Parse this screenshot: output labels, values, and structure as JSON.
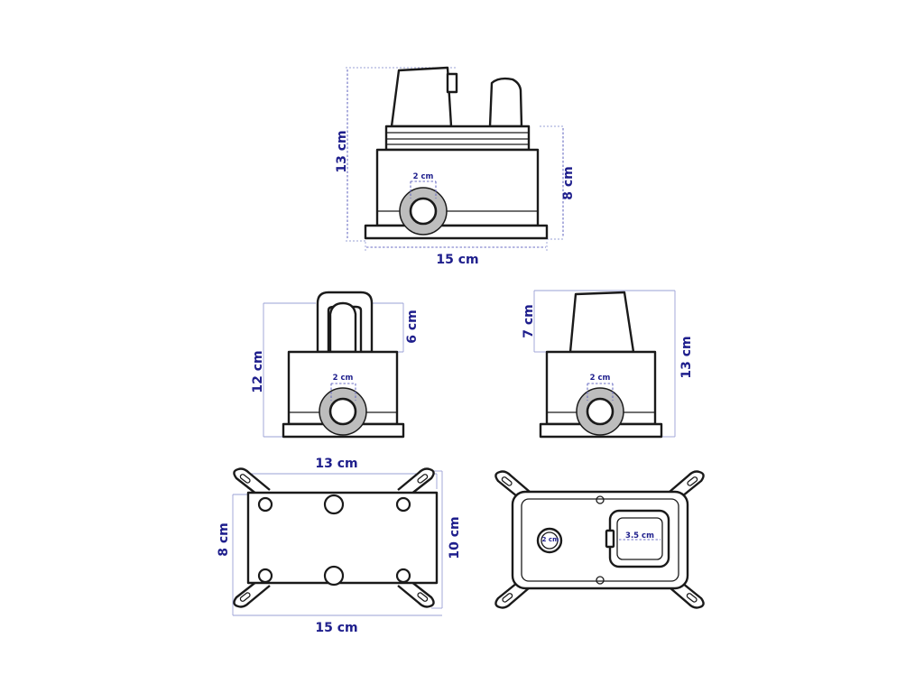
{
  "dimensions": {
    "top_view": {
      "height_total": "13 cm",
      "height_body": "8 cm",
      "width": "15 cm",
      "port": "2 cm"
    },
    "front_left": {
      "height_total": "12 cm",
      "height_handle": "6 cm",
      "port": "2 cm"
    },
    "front_right": {
      "height_total": "13 cm",
      "height_top": "7 cm",
      "port": "2 cm"
    },
    "bracket_back": {
      "width_inner": "13 cm",
      "width_outer": "15 cm",
      "height_inner": "8 cm",
      "height_outer": "10 cm"
    },
    "bracket_front": {
      "port": "2 cm",
      "cartridge": "3.5 cm"
    }
  },
  "colors": {
    "dimension_text": "#1e1e8c",
    "outline": "#1a1a1a",
    "port_ring": "#bdbdbd",
    "guide": "#9aa0d6"
  }
}
